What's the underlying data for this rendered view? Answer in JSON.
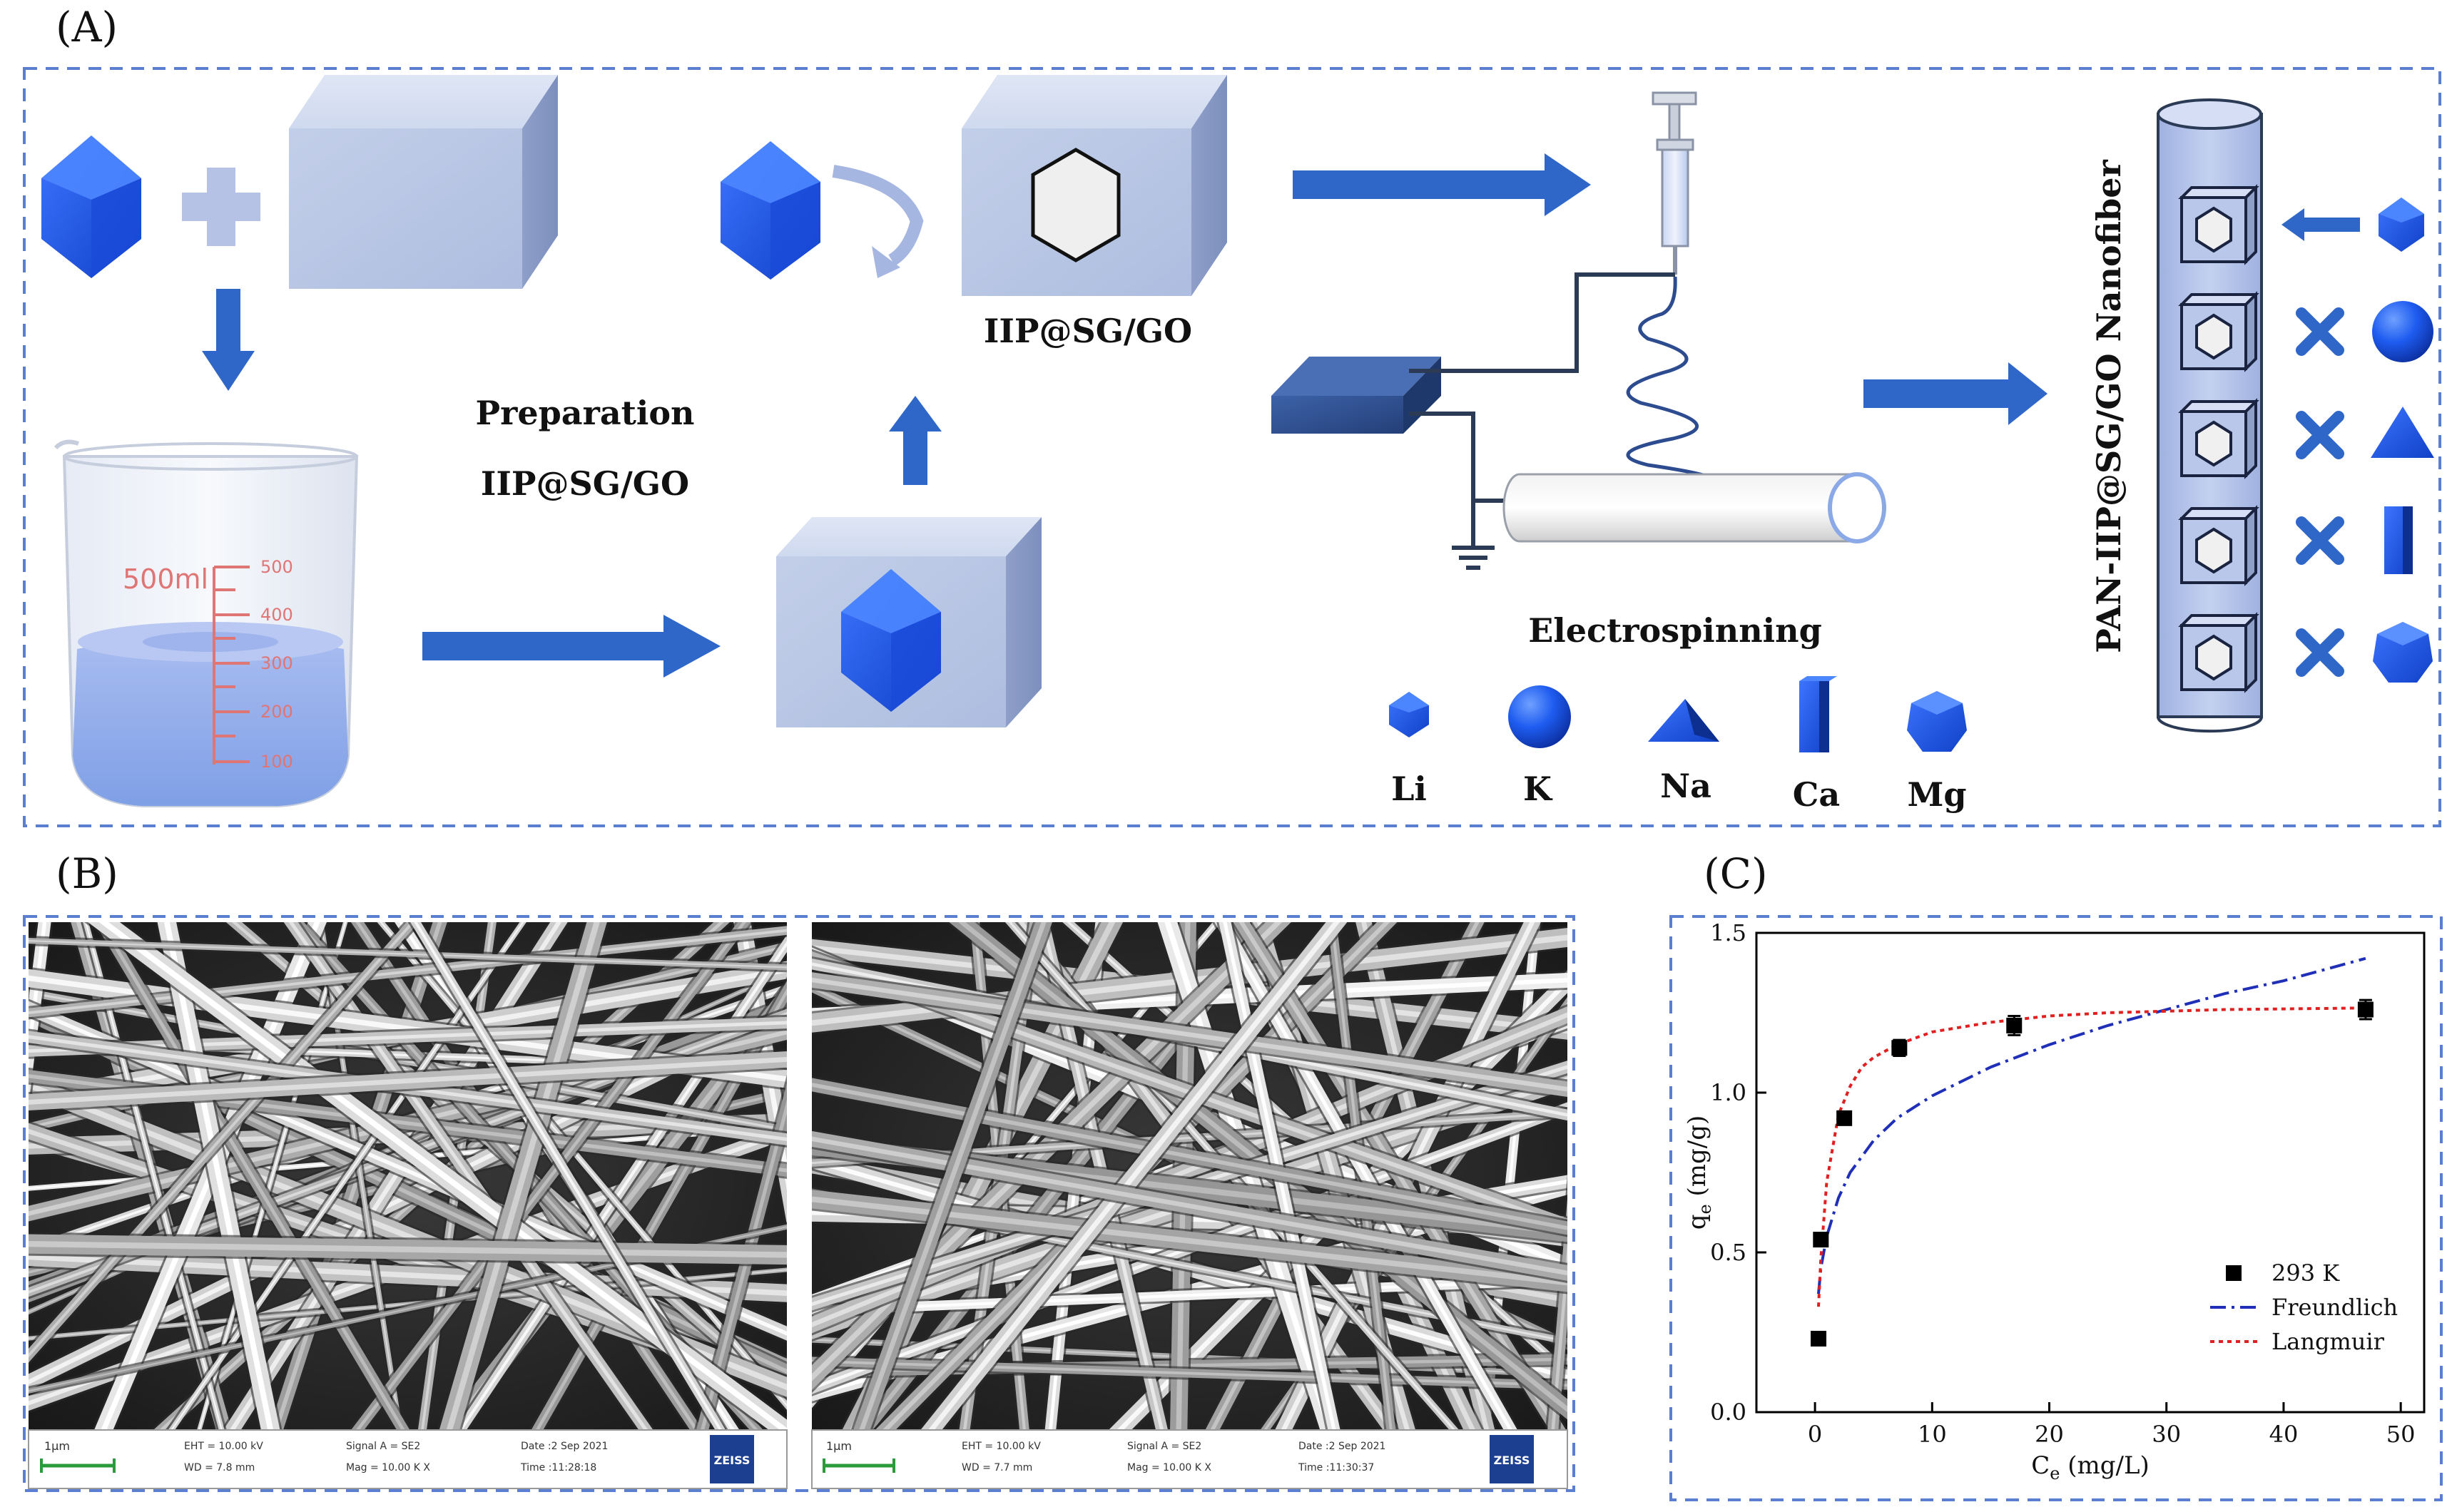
{
  "panel_a": {
    "label": "(A)",
    "beaker_volume": "500ml",
    "beaker_ticks": [
      "500",
      "400",
      "300",
      "200",
      "100"
    ],
    "preparation_line1": "Preparation",
    "preparation_line2": "IIP@SG/GO",
    "product_label": "IIP@SG/GO",
    "electrospinning_label": "Electrospinning",
    "nanofiber_label": "PAN-IIP@SG/GO Nanofiber",
    "ions": [
      "Li",
      "K",
      "Na",
      "Ca",
      "Mg"
    ]
  },
  "panel_b": {
    "label": "(B)",
    "sem_images": [
      {
        "scale": "1μm",
        "eht": "EHT = 10.00 kV",
        "wd": "WD = 7.8 mm",
        "signal": "Signal A = SE2",
        "mag": "Mag = 10.00 K X",
        "date": "Date :2 Sep 2021",
        "time": "Time :11:28:18",
        "brand": "ZEISS"
      },
      {
        "scale": "1μm",
        "eht": "EHT = 10.00 kV",
        "wd": "WD = 7.7 mm",
        "signal": "Signal A = SE2",
        "mag": "Mag = 10.00 K X",
        "date": "Date :2 Sep 2021",
        "time": "Time :11:30:37",
        "brand": "ZEISS"
      }
    ]
  },
  "panel_c": {
    "label": "(C)"
  },
  "chart_data": {
    "type": "scatter",
    "xlabel": "Ce (mg/L)",
    "xlabel_main": "C",
    "xlabel_sub": "e",
    "xlabel_unit": " (mg/L)",
    "ylabel": "qe (mg/g)",
    "ylabel_main": "q",
    "ylabel_sub": "e",
    "ylabel_unit": " (mg/g)",
    "xlim": [
      -5,
      52
    ],
    "ylim": [
      0,
      1.5
    ],
    "xticks": [
      0,
      10,
      20,
      30,
      40,
      50
    ],
    "yticks": [
      0.0,
      0.5,
      1.0,
      1.5
    ],
    "legend_position": "bottom-right",
    "series": [
      {
        "name": "293 K",
        "kind": "markers",
        "x": [
          0.3,
          0.5,
          2.5,
          7.2,
          17.0,
          47.0
        ],
        "y": [
          0.23,
          0.54,
          0.92,
          1.14,
          1.21,
          1.26
        ],
        "err": [
          0.015,
          0.02,
          0.02,
          0.025,
          0.03,
          0.03
        ],
        "color": "#000000"
      },
      {
        "name": "Freundlich",
        "kind": "line",
        "dash": "dashdot",
        "color": "#1f2fb8",
        "x": [
          0.3,
          0.5,
          1,
          2,
          3,
          5,
          7,
          10,
          15,
          20,
          25,
          30,
          35,
          40,
          47
        ],
        "y": [
          0.37,
          0.45,
          0.55,
          0.67,
          0.75,
          0.85,
          0.92,
          0.99,
          1.08,
          1.15,
          1.21,
          1.26,
          1.31,
          1.35,
          1.42
        ]
      },
      {
        "name": "Langmuir",
        "kind": "line",
        "dash": "dotted",
        "color": "#e02020",
        "x": [
          0.3,
          0.5,
          1,
          2,
          3,
          4,
          5,
          7,
          10,
          15,
          20,
          25,
          30,
          35,
          40,
          47
        ],
        "y": [
          0.33,
          0.48,
          0.72,
          0.93,
          1.02,
          1.08,
          1.11,
          1.15,
          1.19,
          1.22,
          1.24,
          1.25,
          1.255,
          1.26,
          1.262,
          1.265
        ]
      }
    ]
  }
}
